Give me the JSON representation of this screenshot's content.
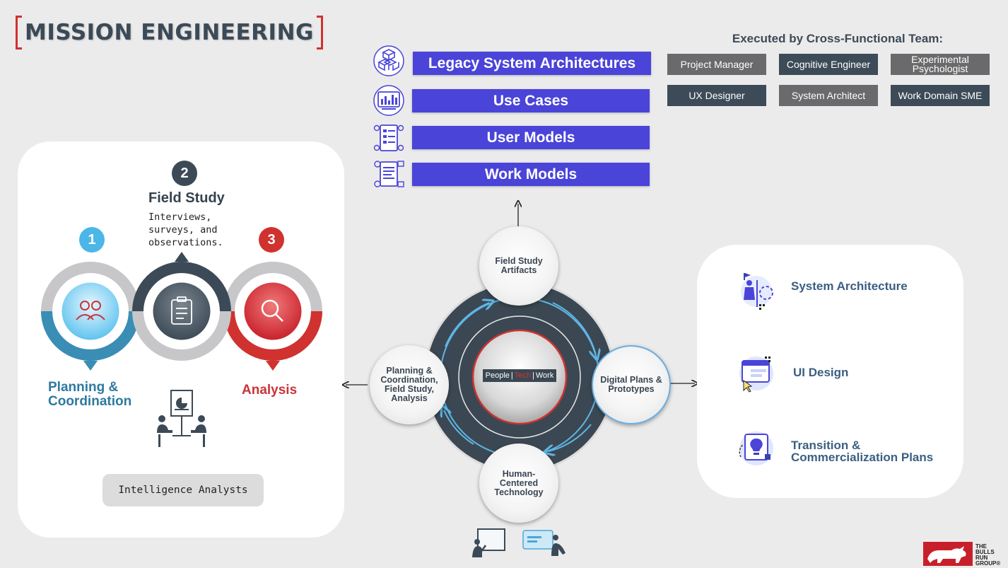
{
  "title": "MISSION ENGINEERING",
  "artifacts": {
    "items": [
      {
        "label": "Legacy System Architectures",
        "icon": "stacked-cubes-icon"
      },
      {
        "label": "Use Cases",
        "icon": "dashboard-monitor-icon"
      },
      {
        "label": "User Models",
        "icon": "user-document-icon"
      },
      {
        "label": "Work Models",
        "icon": "workflow-document-icon"
      }
    ]
  },
  "team": {
    "title": "Executed by Cross-Functional Team:",
    "roles": [
      {
        "label": "Project Manager",
        "tone": "gray"
      },
      {
        "label": "Cognitive Engineer",
        "tone": "dark"
      },
      {
        "label": "Experimental Psychologist",
        "tone": "gray"
      },
      {
        "label": "UX Designer",
        "tone": "dark"
      },
      {
        "label": "System Architect",
        "tone": "gray"
      },
      {
        "label": "Work Domain SME",
        "tone": "dark"
      }
    ]
  },
  "process": {
    "step1": {
      "number": "1",
      "label": "Planning & Coordination",
      "color": "#3a8db4",
      "icon": "people-icon"
    },
    "step2": {
      "number": "2",
      "label": "Field Study",
      "description": "Interviews, surveys, and observations.",
      "color": "#3c4a57",
      "icon": "clipboard-icon"
    },
    "step3": {
      "number": "3",
      "label": "Analysis",
      "color": "#d0322f",
      "icon": "magnifier-icon"
    },
    "footer": "Intelligence Analysts"
  },
  "cycle": {
    "nodes": {
      "top": "Field Study Artifacts",
      "right": "Digital Plans & Prototypes",
      "bottom": "Human-Centered Technology",
      "left": "Planning & Coordination, Field Study, Analysis"
    },
    "center": {
      "people": "People",
      "tech": "Tech",
      "work": "Work"
    }
  },
  "outputs": {
    "items": [
      {
        "label": "System Architecture",
        "icon": "architecture-figure-icon"
      },
      {
        "label": "UI Design",
        "icon": "ui-screen-icon"
      },
      {
        "label": "Transition & Commercialization Plans",
        "icon": "lightbulb-icon"
      }
    ]
  },
  "logo": {
    "text": "THE BULLS RUN GROUP®",
    "icon": "bull-logo-icon"
  },
  "colors": {
    "accent_blue": "#4a44d8",
    "red": "#d0322f",
    "teal": "#3a8db4",
    "dark": "#3c4a57"
  }
}
